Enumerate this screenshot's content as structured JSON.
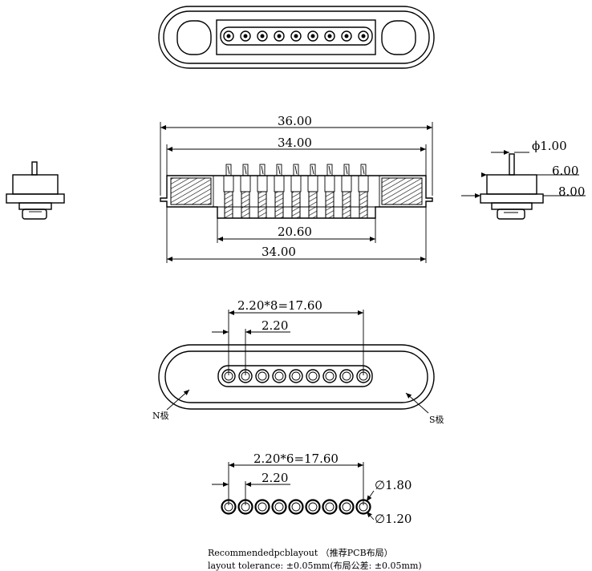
{
  "dimensions": {
    "overall_length": "36.00",
    "inner_length": "34.00",
    "pin_span": "20.60",
    "bottom_length": "34.00",
    "pin_diameter": "ϕ1.00",
    "side_width_1": "6.00",
    "side_width_2": "8.00",
    "bottom_pitch_total": "2.20*8=17.60",
    "bottom_pitch": "2.20",
    "layout_pitch_total": "2.20*6=17.60",
    "layout_pitch": "2.20",
    "pad_outer_diameter": "∅1.80",
    "pad_inner_diameter": "∅1.20"
  },
  "labels": {
    "n_pole": "N极",
    "s_pole": "S极"
  },
  "notes": {
    "layout_title": "Recommendedpcblayout  （推荐PCB布局）",
    "tolerance": "layout tolerance: ±0.05mm(布局公差: ±0.05mm)"
  },
  "pin_count": 9
}
